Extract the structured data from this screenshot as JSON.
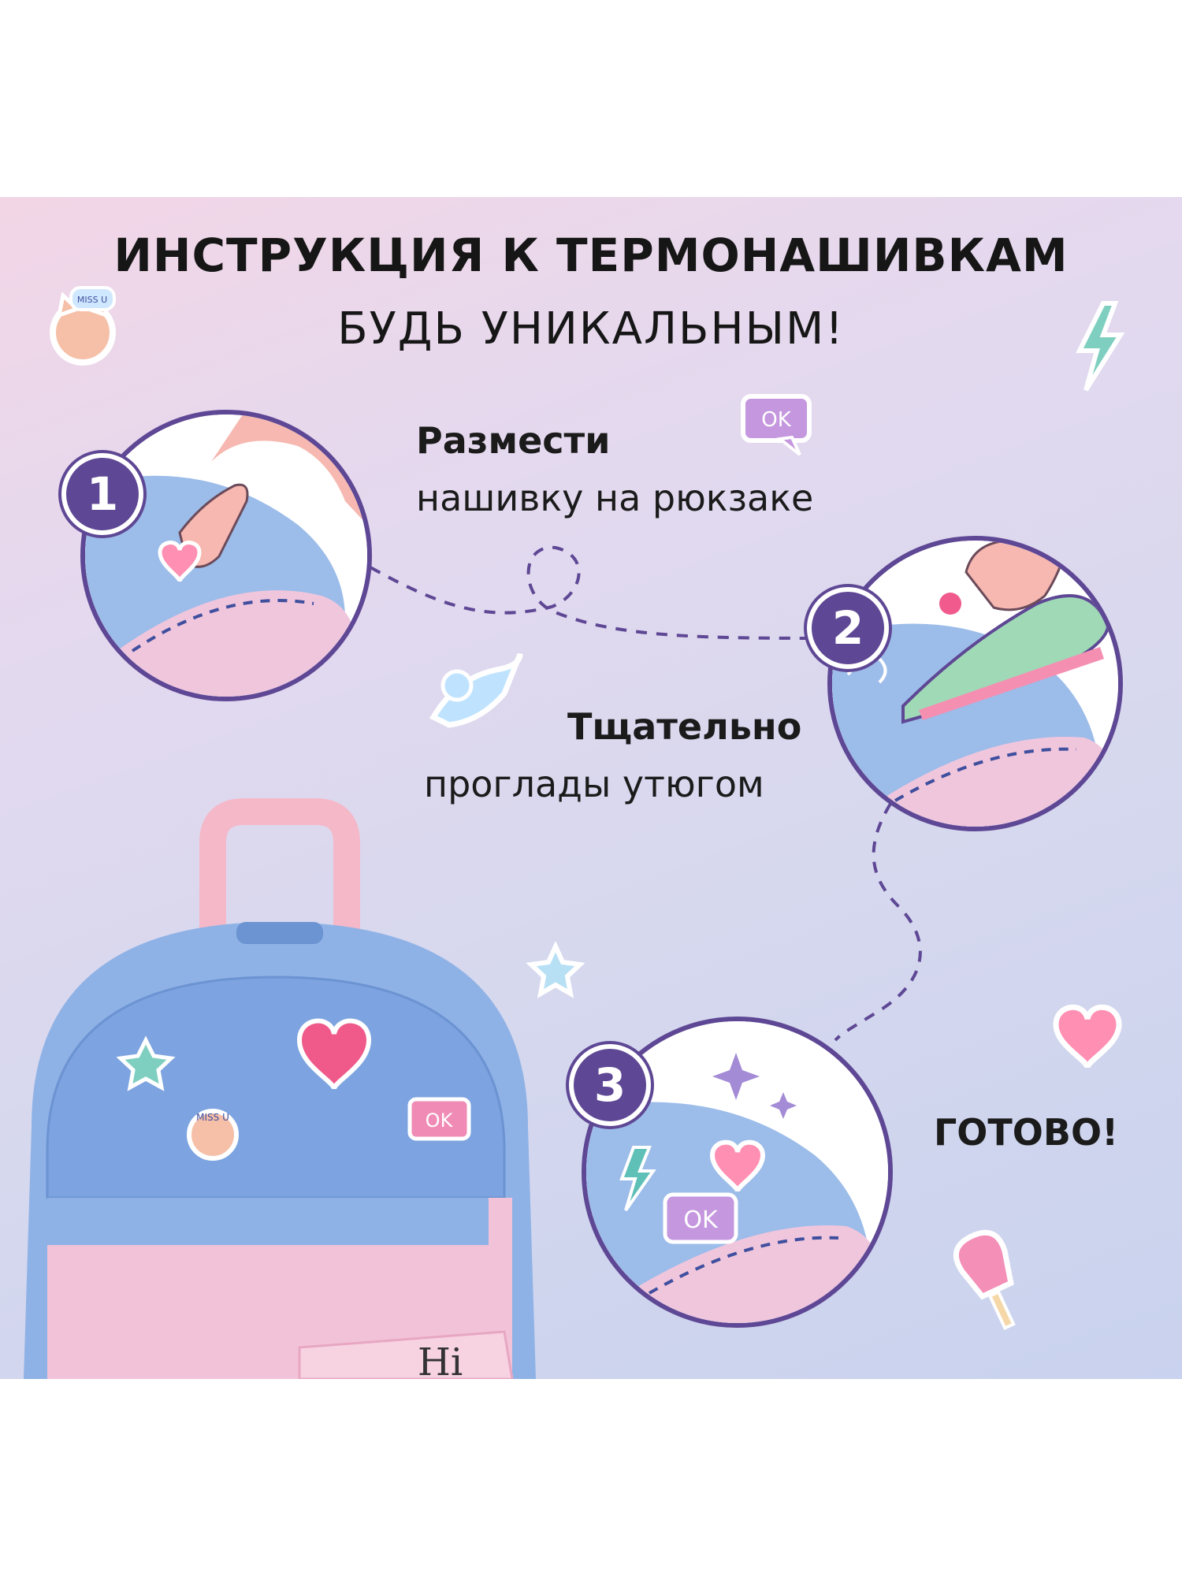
{
  "header": {
    "title": "ИНСТРУКЦИЯ К ТЕРМОНАШИВКАМ",
    "subtitle": "БУДЬ УНИКАЛЬНЫМ!"
  },
  "steps": [
    {
      "number": "1",
      "bold": "Размести",
      "text": "нашивку на рюкзаке"
    },
    {
      "number": "2",
      "bold": "Тщательно",
      "text": "проглады утюгом"
    },
    {
      "number": "3",
      "bold": "ГОТОВО!",
      "text": ""
    }
  ],
  "stickers": {
    "ok_label": "OK",
    "miss_label": "MISS U",
    "backpack_text": "Hi"
  },
  "colors": {
    "accent_purple": "#5e4794",
    "backpack_blue": "#8fb2e6",
    "backpack_pink": "#f2c3d8",
    "iron_green": "#9fd9b6"
  }
}
